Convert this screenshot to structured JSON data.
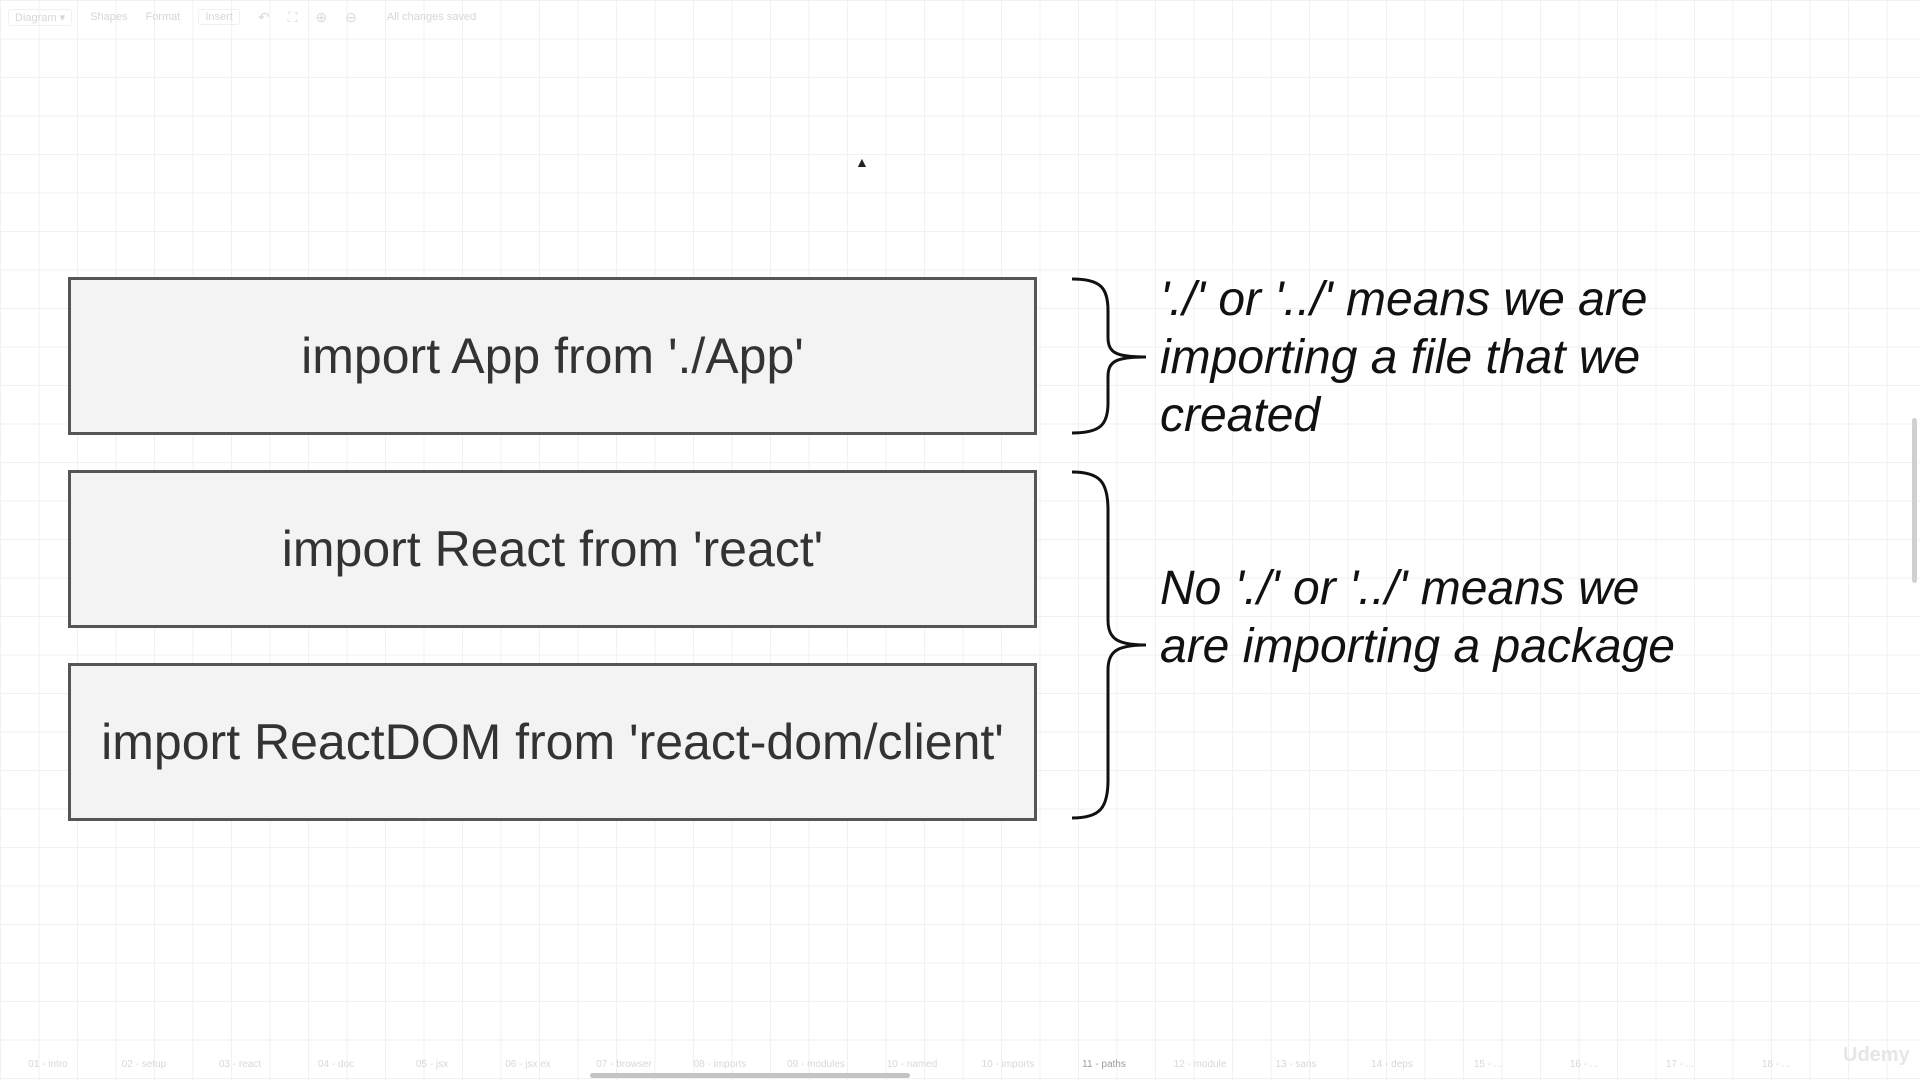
{
  "toolbar": {
    "diagram": "Diagram",
    "shapes": "Shapes",
    "format": "Format",
    "insert": "Insert",
    "status": "All changes saved"
  },
  "boxes": [
    "import App from './App'",
    "import React from 'react'",
    "import ReactDOM from 'react-dom/client'"
  ],
  "notes": {
    "local": "'./' or '../' means we are importing a file that we created",
    "package": "No './' or '../' means we are importing a package"
  },
  "bottom_tabs": [
    "01 - intro",
    "02 - setup",
    "03 - react",
    "04 - doc",
    "05 - jsx",
    "06 - jsx ex",
    "07 - browser",
    "08 - imports",
    "09 - modules",
    "10 - named",
    "10 - imports",
    "11 - paths",
    "12 - module",
    "13 - sans",
    "14 - deps",
    "15 - ...",
    "16 - ...",
    "17 - ...",
    "18 - ..."
  ],
  "active_tab_index": 11,
  "logo": "Udemy",
  "colors": {
    "box_fill": "#f3f3f3",
    "box_border": "#555555",
    "text": "#333333"
  }
}
